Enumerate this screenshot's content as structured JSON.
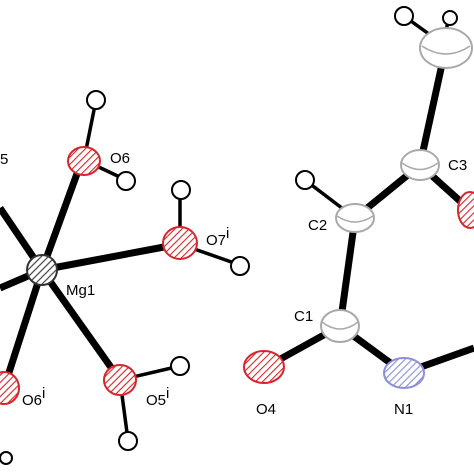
{
  "labels": {
    "mg1": "Mg1",
    "o6": "O6",
    "o7i_base": "O7",
    "o7i_sup": "i",
    "o6i_base": "O6",
    "o6i_sup": "i",
    "o5i_base": "O5",
    "o5i_sup": "i",
    "o5_partial": "5",
    "c1": "C1",
    "c2": "C2",
    "c3": "C3",
    "o4": "O4",
    "n1": "N1"
  },
  "atom_colors": {
    "oxygen": "#d6262b",
    "nitrogen": "#8b8fd6",
    "carbon": "#a9a9a9",
    "magnesium": "#555555",
    "hydrogen": "#000000"
  }
}
